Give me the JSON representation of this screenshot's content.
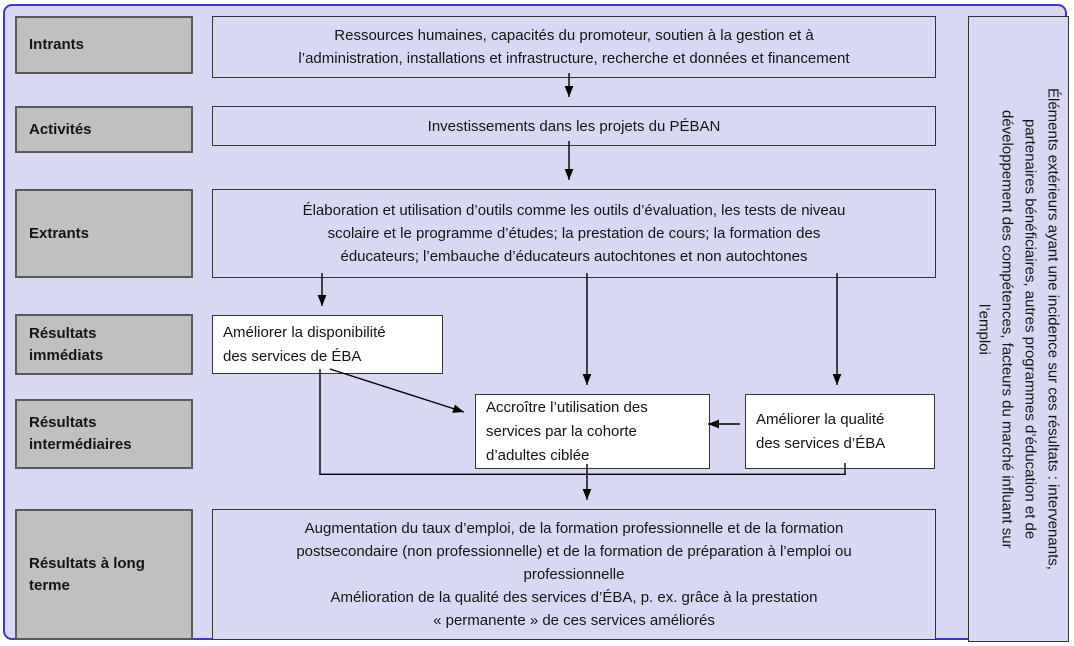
{
  "stages": [
    {
      "label": "Intrants"
    },
    {
      "label": "Activités"
    },
    {
      "label": "Extrants"
    },
    {
      "label": "Résultats\nimmédiats"
    },
    {
      "label": "Résultats\nintermédiaires"
    },
    {
      "label": "Résultats à long\nterme"
    }
  ],
  "boxes": {
    "inputs": "Ressources humaines, capacités du promoteur, soutien à la gestion et à\nl’administration, installations et infrastructure, recherche et données et financement",
    "activities": "Investissements dans les projets du PÉBAN",
    "outputs": "Élaboration et utilisation d’outils comme les outils d’évaluation, les tests de niveau\nscolaire et le programme d’études; la prestation de cours; la formation des\néducateurs; l’embauche d’éducateurs autochtones et non autochtones",
    "availability": "Améliorer la disponibilité\ndes services de ÉBA",
    "usage": "Accroître l’utilisation des\nservices par la cohorte\nd’adultes ciblée",
    "quality": "Améliorer la qualité\ndes services d’ÉBA",
    "long_term_1": "Augmentation du taux d’emploi, de la formation professionnelle et de la formation\npostsecondaire (non professionnelle) et de la formation de préparation à l’emploi ou\nprofessionnelle",
    "long_term_2": "Amélioration de la qualité des services d’ÉBA, p. ex. grâce à la prestation\n« permanente » de ces services améliorés",
    "external_factors": "Éléments extérieurs ayant une incidence sur ces résultats : intervenants,\npartenaires bénéficiaires, autres programmes d’éducation et de\ndéveloppement des compétences, facteurs du marché influant sur\nl’emploi"
  },
  "colors": {
    "background": "#d8d8f4",
    "stage_fill": "#c0c0c0",
    "stage_border": "#595959",
    "box_border": "#333333",
    "white_box_fill": "#ffffff",
    "outer_border": "#3a3ad0",
    "arrow": "#000000"
  }
}
